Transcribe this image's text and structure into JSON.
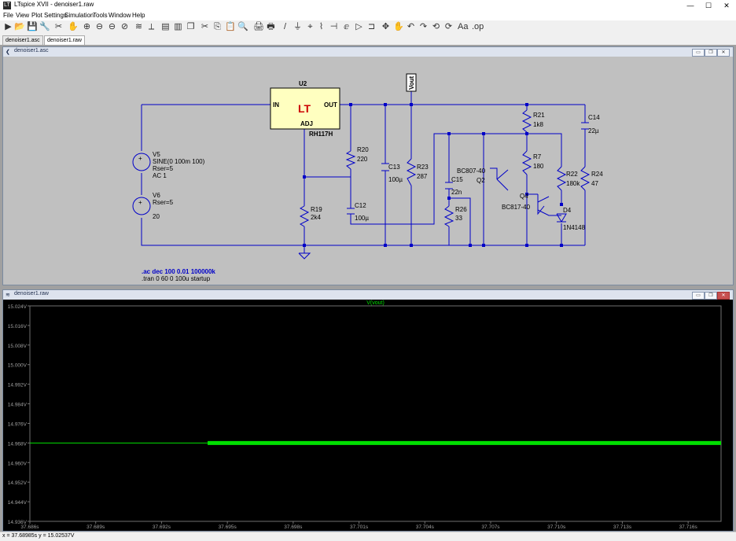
{
  "app": {
    "title": "LTspice XVII - denoiser1.raw",
    "icon_label": "LT"
  },
  "window_controls": {
    "minimize": "—",
    "maximize": "☐",
    "close": "✕"
  },
  "menu": [
    "File",
    "View",
    "Plot Settings",
    "Simulation",
    "Tools",
    "Window",
    "Help"
  ],
  "toolbar_icons": [
    "run-icon",
    "open-icon",
    "save-icon",
    "control-panel-icon",
    "autorange-icon",
    "pan-icon",
    "zoom-in-icon",
    "zoom-out-icon",
    "zoom-back-icon",
    "zoom-cancel-icon",
    "waveform-icon",
    "cursor-icon",
    "tile-horizontal-icon",
    "tile-vertical-icon",
    "cascade-icon",
    "cut-icon",
    "copy-icon",
    "paste-icon",
    "find-icon",
    "print-icon",
    "print-preview-icon",
    "wire-icon",
    "ground-icon",
    "label-icon",
    "resistor-icon",
    "capacitor-icon",
    "inductor-icon",
    "diode-icon",
    "component-icon",
    "move-icon",
    "drag-icon",
    "undo-icon",
    "redo-icon",
    "rotate-icon",
    "mirror-icon",
    "text-icon",
    "spice-directive-icon"
  ],
  "toolbar_glyphs": [
    "▶",
    "📂",
    "💾",
    "🔧",
    "✂",
    "✋",
    "⊕",
    "⊖",
    "⊖",
    "⊘",
    "≋",
    "⟂",
    "▤",
    "▥",
    "❐",
    "✂",
    "⎘",
    "📋",
    "🔍",
    "🖨",
    "🖶",
    "/",
    "⏚",
    "⌖",
    "⌇",
    "⊣",
    "ⅇ",
    "▷",
    "⊐",
    "✥",
    "✋",
    "↶",
    "↷",
    "⟲",
    "⟳",
    "Aa",
    ".op"
  ],
  "tabs": [
    {
      "label": "denoiser1.asc",
      "active": false
    },
    {
      "label": "denoiser1.raw",
      "active": true
    }
  ],
  "schematic": {
    "title": "denoiser1.asc",
    "labels": {
      "U2": "U2",
      "U2_type": "RH117H",
      "IN": "IN",
      "OUT": "OUT",
      "ADJ": "ADJ",
      "V5": "V5",
      "V5_val": "SINE(0 100m 100)",
      "V5_rser": "Rser=5",
      "V5_ac": "AC 1",
      "V6": "V6",
      "V6_rser": "Rser=5",
      "V6_val": "20",
      "R19": "R19",
      "R19_val": "2k4",
      "R20": "R20",
      "R20_val": "220",
      "C12": "C12",
      "C12_val": "100µ",
      "C13": "C13",
      "C13_val": "100µ",
      "R23": "R23",
      "R23_val": "287",
      "C15": "C15",
      "C15_val": "22n",
      "R26": "R26",
      "R26_val": "33",
      "Q2_model": "BC807-40",
      "Q2": "Q2",
      "R21": "R21",
      "R21_val": "1k8",
      "R7": "R7",
      "R7_val": "180",
      "Q4": "Q4",
      "Q4_model": "BC817-40",
      "R22": "R22",
      "R22_val": "180k",
      "D4": "D4",
      "D4_val": "1N4148",
      "C14": "C14",
      "C14_val": "22µ",
      "R24": "R24",
      "R24_val": "47",
      "Vout": "Vout"
    },
    "directives": [
      ".ac dec 100 0.01 100000k",
      ".tran 0 60 0 100u startup"
    ]
  },
  "plot": {
    "title": "denoiser1.raw",
    "trace_label": "V(vout)"
  },
  "chart_data": {
    "type": "line",
    "title": "V(vout)",
    "xlabel": "",
    "ylabel": "",
    "x_ticks": [
      "37.686s",
      "37.689s",
      "37.692s",
      "37.695s",
      "37.698s",
      "37.701s",
      "37.704s",
      "37.707s",
      "37.710s",
      "37.713s",
      "37.716s"
    ],
    "y_ticks": [
      "15.024V",
      "15.016V",
      "15.008V",
      "15.000V",
      "14.992V",
      "14.984V",
      "14.976V",
      "14.968V",
      "14.960V",
      "14.952V",
      "14.944V",
      "14.936V"
    ],
    "xlim": [
      37.686,
      37.7175
    ],
    "ylim": [
      14.936,
      15.024
    ],
    "series": [
      {
        "name": "V(vout)",
        "color": "#00e000",
        "x": [
          37.686,
          37.6941,
          37.6941,
          37.7175
        ],
        "y": [
          14.968,
          14.968,
          14.968,
          14.968
        ],
        "thin_until": 37.6941
      }
    ],
    "grid": false,
    "background": "#000000"
  },
  "status": {
    "text": "x = 37.68985s   y = 15.02537V"
  },
  "colors": {
    "wire": "#0000c8",
    "schematic_bg": "#c0c0c0",
    "component_text": "#000000",
    "trace": "#00e000",
    "directive": "#0000c8"
  }
}
